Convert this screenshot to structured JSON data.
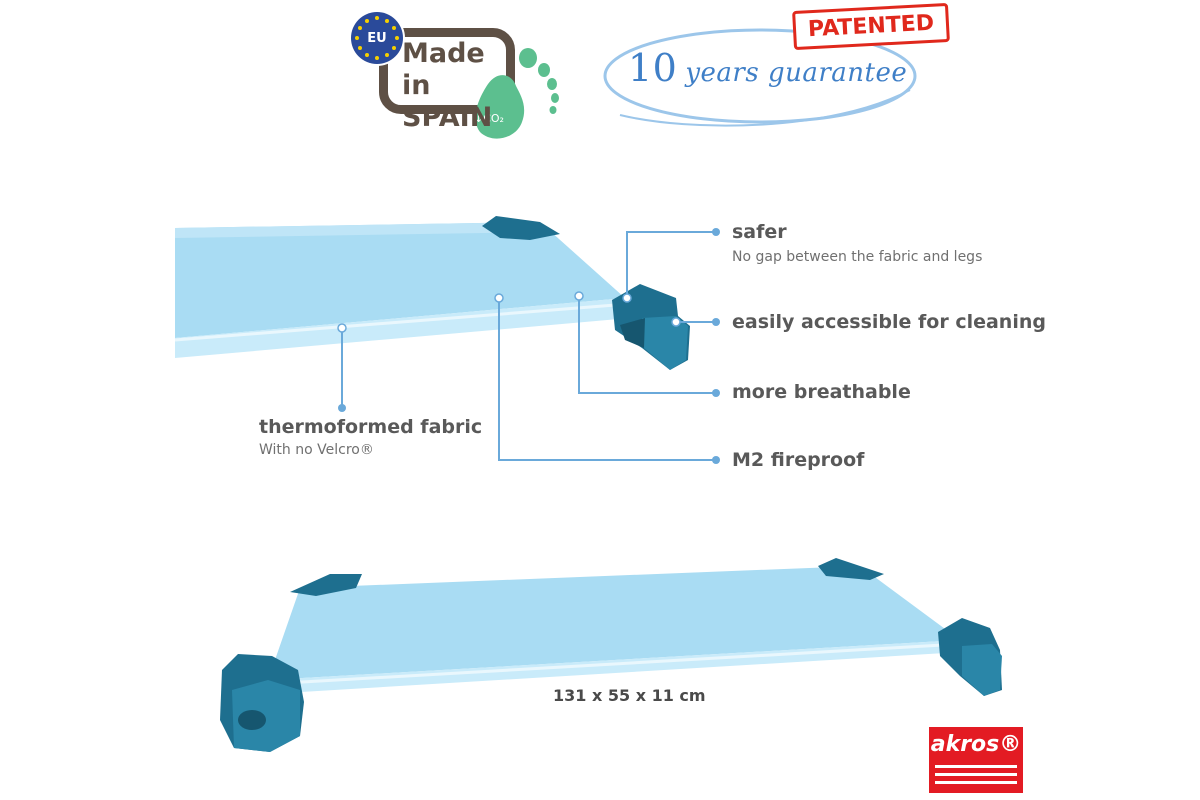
{
  "badges": {
    "eu_label": "EU",
    "made_in_line1": "Made in",
    "made_in_line2": "SPAIN",
    "co2_label": "↓CO₂",
    "patented": "PATENTED",
    "guarantee_number": "10",
    "guarantee_text": "years guarantee"
  },
  "callouts": {
    "safer": {
      "title": "safer",
      "subtitle": "No gap between the fabric and legs"
    },
    "cleaning": {
      "title": "easily accessible for cleaning"
    },
    "breathable": {
      "title": "more breathable"
    },
    "fireproof": {
      "title": "M2 fireproof"
    },
    "fabric": {
      "title": "thermoformed fabric",
      "subtitle": "With no Velcro®"
    }
  },
  "dimensions": "131 x 55 x 11 cm",
  "brand": {
    "logo_text": "akros®"
  },
  "colors": {
    "fabric": "#a9dcf3",
    "fabric_dark": "#86c6e6",
    "leg": "#1e6f8f",
    "leader_line": "#6aa9da",
    "brand_red": "#e31b23",
    "badge_brown": "#5e5045",
    "badge_green": "#5cbf8f",
    "eu_blue": "#2a4a9a",
    "patent_red": "#e0281c"
  },
  "icons": {
    "eu_stars": "eu-stars-icon",
    "footprint": "footprint-icon"
  }
}
